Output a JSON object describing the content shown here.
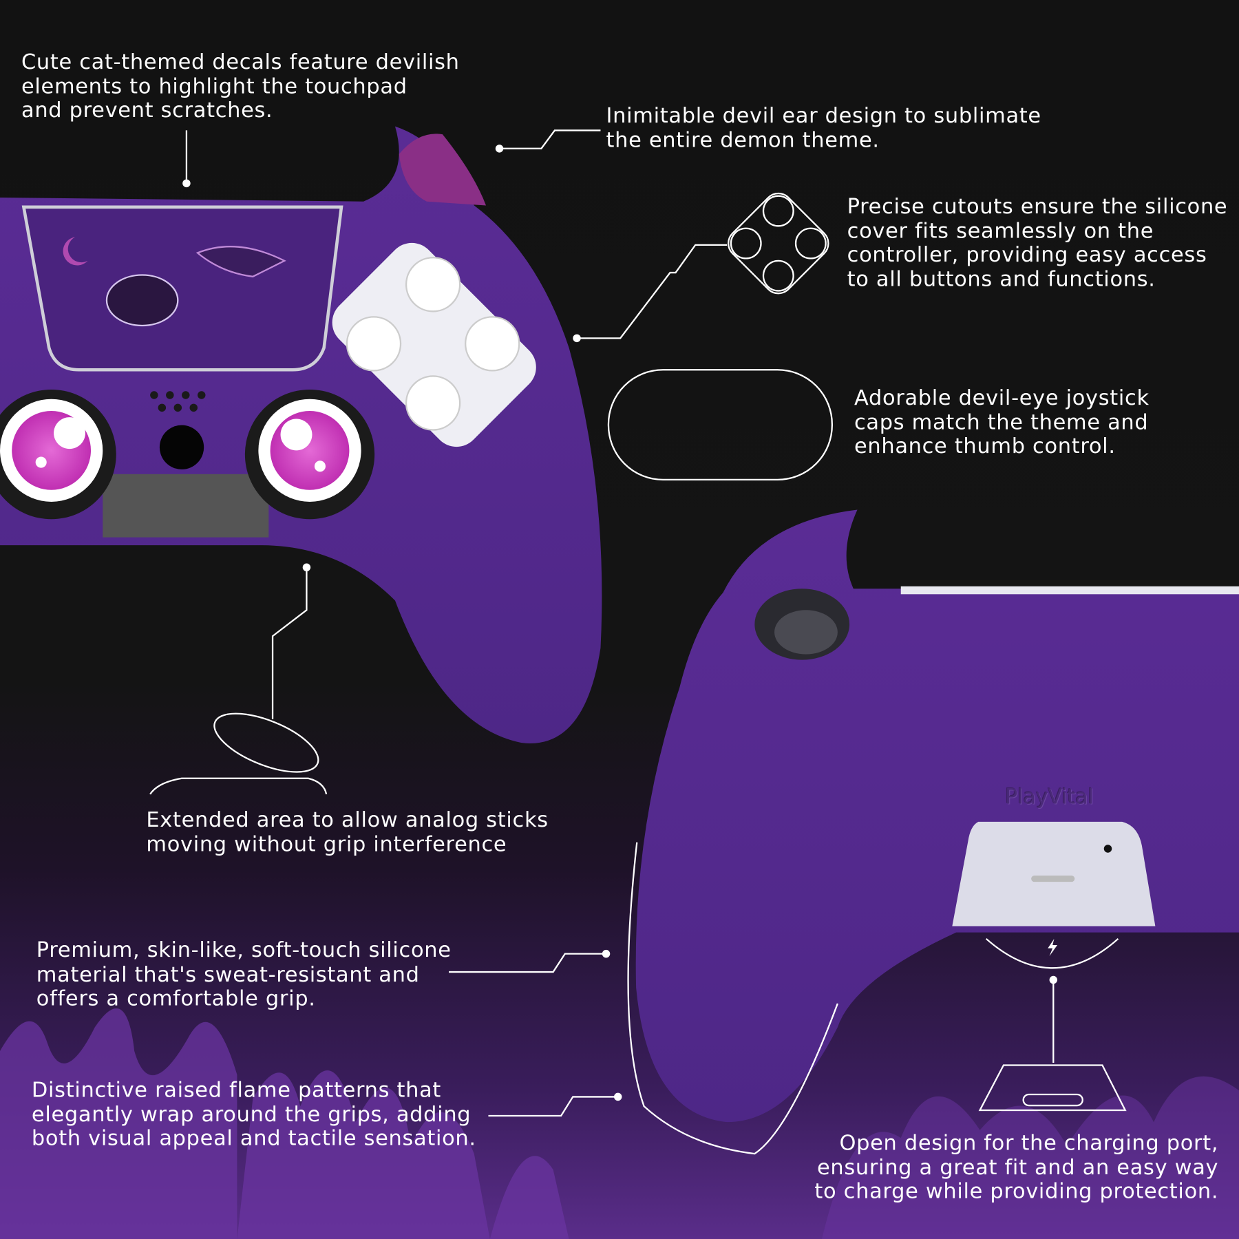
{
  "brand_logo": "PlayVital",
  "colors": {
    "background": "#121212",
    "silicone_purple": "#5b2d94",
    "joystick_pink": "#d63fc4",
    "ear_magenta": "#8a2f86",
    "line_white": "#ffffff"
  },
  "callouts": {
    "touchpad_decal": "Cute cat-themed decals feature devilish\nelements to highlight the touchpad\nand prevent scratches.",
    "devil_ear": "Inimitable devil ear design to sublimate\nthe entire demon theme.",
    "cutouts": "Precise cutouts ensure the silicone\ncover fits seamlessly on the\ncontroller, providing easy access\nto all buttons and functions.",
    "joystick_caps": "Adorable devil-eye joystick\ncaps match the theme and\nenhance thumb control.",
    "analog_area": "Extended area to allow analog sticks\nmoving without grip interference",
    "silicone_material": "Premium, skin-like, soft-touch silicone\nmaterial that's sweat-resistant and\noffers a comfortable grip.",
    "flame_patterns": "Distinctive raised flame patterns that\nelegantly wrap around the grips, adding\nboth visual appeal and tactile sensation.",
    "charging_port": "Open design for the charging port,\nensuring a great fit and an easy way\nto charge while providing protection."
  }
}
